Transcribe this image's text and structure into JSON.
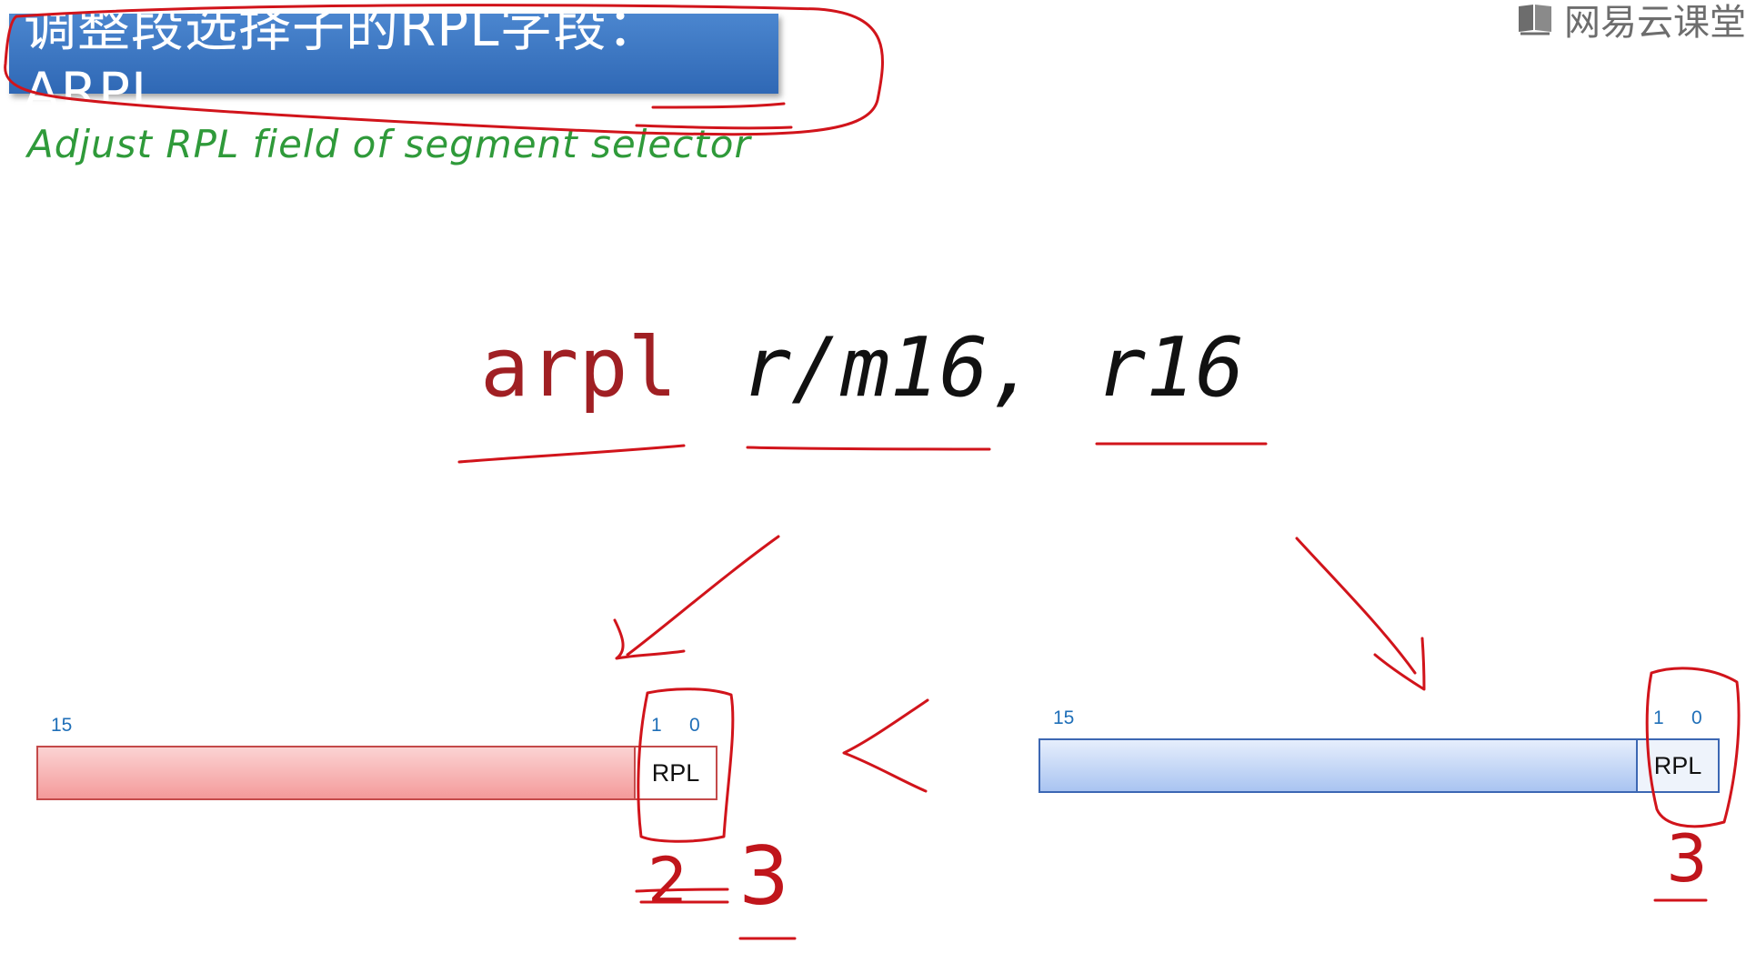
{
  "title": "调整段选择子的RPL字段：ARPL",
  "subtitle": "Adjust RPL field of segment selector",
  "watermark": "网易云课堂",
  "instruction": {
    "mnemonic": "arpl",
    "operand1": "r/m16,",
    "operand2": "r16"
  },
  "left_register": {
    "bit_high": "15",
    "bit_1": "1",
    "bit_0": "0",
    "field_label": "RPL"
  },
  "right_register": {
    "bit_high": "15",
    "bit_1": "1",
    "bit_0": "0",
    "field_label": "RPL"
  },
  "annotations": {
    "left_old_value": "2",
    "left_new_value": "3",
    "right_value": "3"
  },
  "colors": {
    "title_bg": "#3a75c4",
    "ink_red": "#d1141b",
    "subtitle_green": "#2f9a3a",
    "reg_left_fill": "#f49a9a",
    "reg_right_fill": "#a9c4f1",
    "bit_number_blue": "#1f6fb8"
  }
}
